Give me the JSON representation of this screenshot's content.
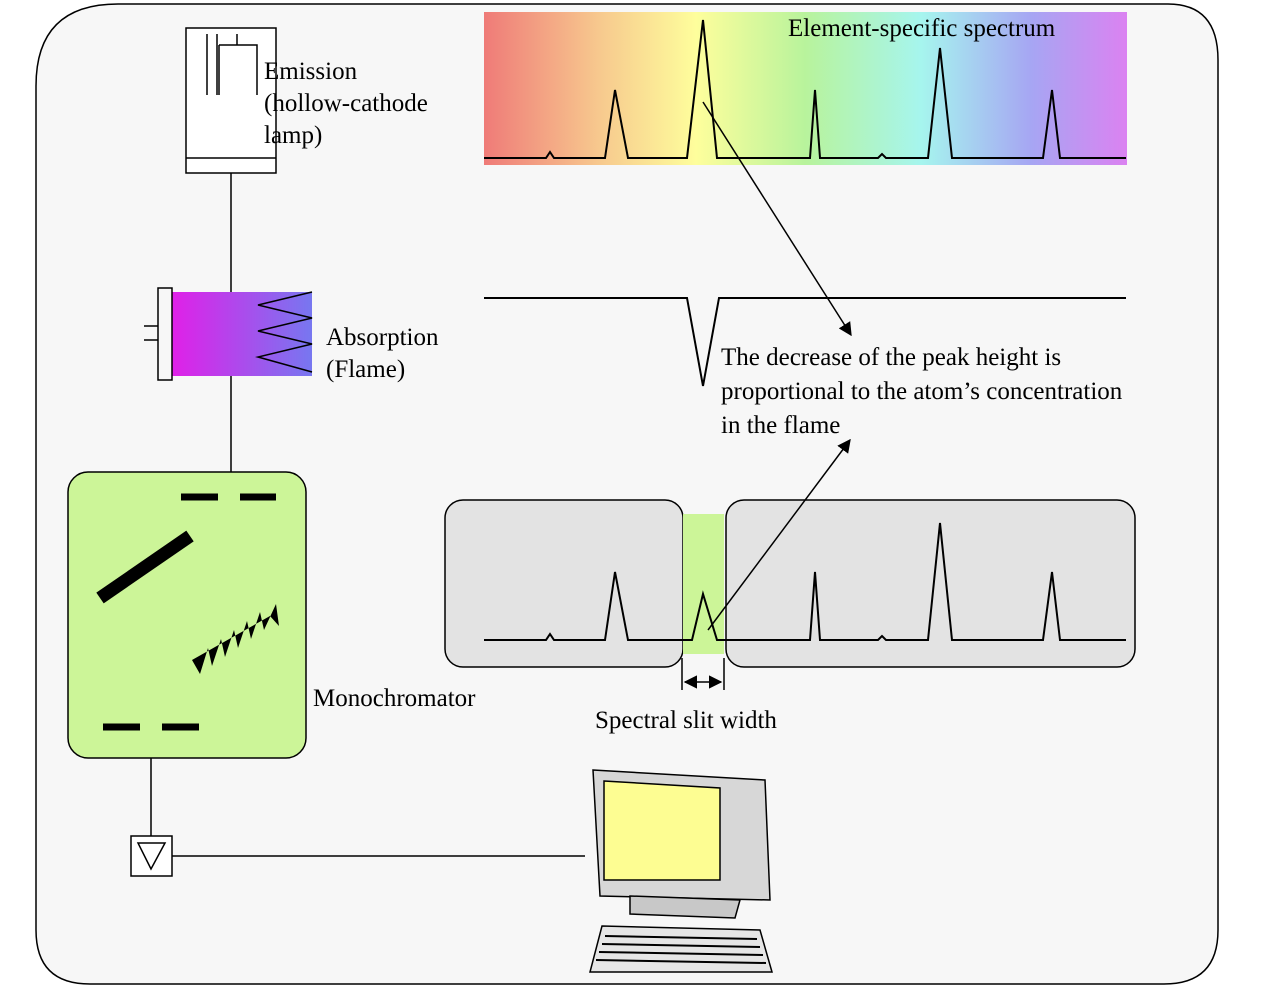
{
  "labels": {
    "emission": [
      "Emission",
      "(hollow-cathode",
      "lamp)"
    ],
    "absorption": [
      "Absorption",
      "(Flame)"
    ],
    "monochromator": "Monochromator",
    "spectrum_title": "Element-specific spectrum",
    "annotation": [
      "The decrease of the peak height is",
      "proportional to the atom’s concentration",
      "in the flame"
    ],
    "slit_width": "Spectral slit width"
  },
  "colors": {
    "frame_fill": "#f7f7f7",
    "monochromator_fill": "#ccf598",
    "panel_fill": "#e3e3e3",
    "slit_fill": "#ccf598",
    "flame_left": "#e020e8",
    "flame_right": "#7777f0",
    "screen_fill": "#fdfd92",
    "monitor_body": "#d7d7d7"
  },
  "icons": [
    "hollow-cathode-lamp-icon",
    "flame-burner-icon",
    "diffraction-grating-icon",
    "mirror-icon",
    "detector-icon",
    "computer-monitor-icon",
    "keyboard-icon"
  ]
}
